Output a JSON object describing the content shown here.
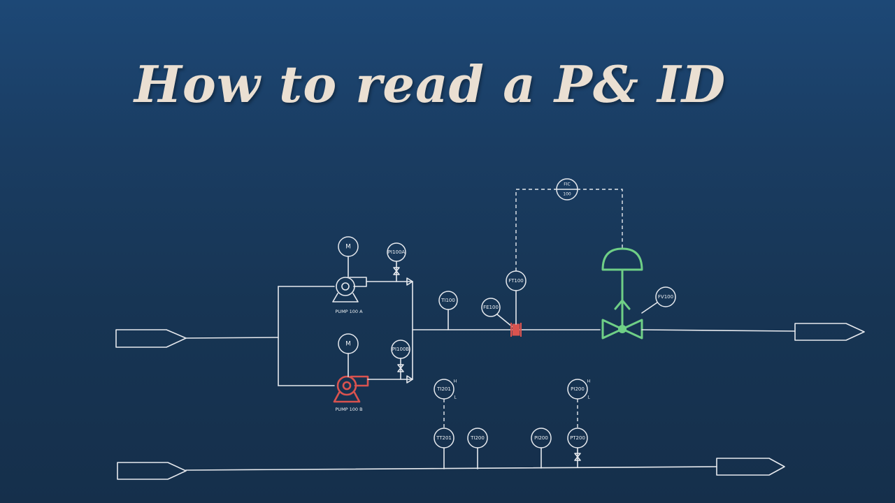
{
  "title": "How to read a P& ID",
  "colors": {
    "background_top": "#1d4876",
    "background_bottom": "#152f4b",
    "line": "#e6e9ee",
    "title_text": "#eadfd2",
    "highlight_pump": "#d9534f",
    "highlight_flow_element": "#d9534f",
    "highlight_control_valve": "#6fcf86"
  },
  "motors": {
    "pump_a_motor": "M",
    "pump_b_motor": "M"
  },
  "equipment": {
    "pump_a": "PUMP 100 A",
    "pump_b": "PUMP 100 B"
  },
  "instruments": {
    "pi100a": "PI100A",
    "pi100b": "PI100B",
    "ti100": "TI100",
    "fe100": "FE100",
    "ft100": "FT100",
    "fic100_top": "FIC",
    "fic100_bottom": "100",
    "fv100": "FV100",
    "ti201": "TI201",
    "tt201": "TT201",
    "ti200": "TI200",
    "pi200_upper": "PI200",
    "pi200_lower": "PI200",
    "pt200": "PT200"
  },
  "alarm_marks": {
    "ti201_high": "H",
    "ti201_low": "L",
    "pi200_high": "H",
    "pi200_low": "L"
  }
}
